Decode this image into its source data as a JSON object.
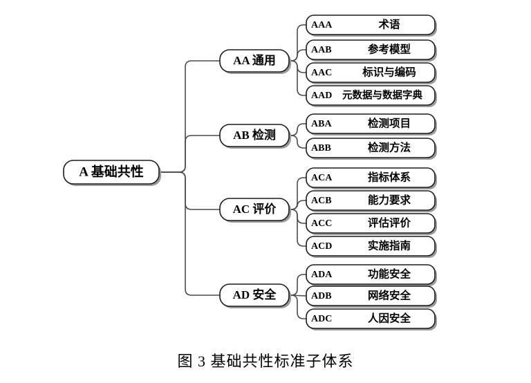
{
  "figure": {
    "caption": "图 3  基础共性标准子体系",
    "caption_number": "图 3",
    "caption_title": "基础共性标准子体系"
  },
  "colors": {
    "box_fill": "#ffffff",
    "box_stroke": "#1a1a1a",
    "shadow": "#9a9a9a",
    "link": "#4a4a4a",
    "text": "#000000",
    "background": "#ffffff"
  },
  "tree": {
    "root": {
      "code": "A",
      "name": "基础共性",
      "label": "A  基础共性"
    },
    "branches": [
      {
        "code": "AA",
        "name": "通用",
        "label": "AA  通用",
        "children": [
          {
            "code": "AAA",
            "name": "术语"
          },
          {
            "code": "AAB",
            "name": "参考模型"
          },
          {
            "code": "AAC",
            "name": "标识与编码"
          },
          {
            "code": "AAD",
            "name": "元数据与数据字典"
          }
        ]
      },
      {
        "code": "AB",
        "name": "检测",
        "label": "AB  检测",
        "children": [
          {
            "code": "ABA",
            "name": "检测项目"
          },
          {
            "code": "ABB",
            "name": "检测方法"
          }
        ]
      },
      {
        "code": "AC",
        "name": "评价",
        "label": "AC  评价",
        "children": [
          {
            "code": "ACA",
            "name": "指标体系"
          },
          {
            "code": "ACB",
            "name": "能力要求"
          },
          {
            "code": "ACC",
            "name": "评估评价"
          },
          {
            "code": "ACD",
            "name": "实施指南"
          }
        ]
      },
      {
        "code": "AD",
        "name": "安全",
        "label": "AD  安全",
        "children": [
          {
            "code": "ADA",
            "name": "功能安全"
          },
          {
            "code": "ADB",
            "name": "网络安全"
          },
          {
            "code": "ADC",
            "name": "人因安全"
          }
        ]
      }
    ]
  }
}
